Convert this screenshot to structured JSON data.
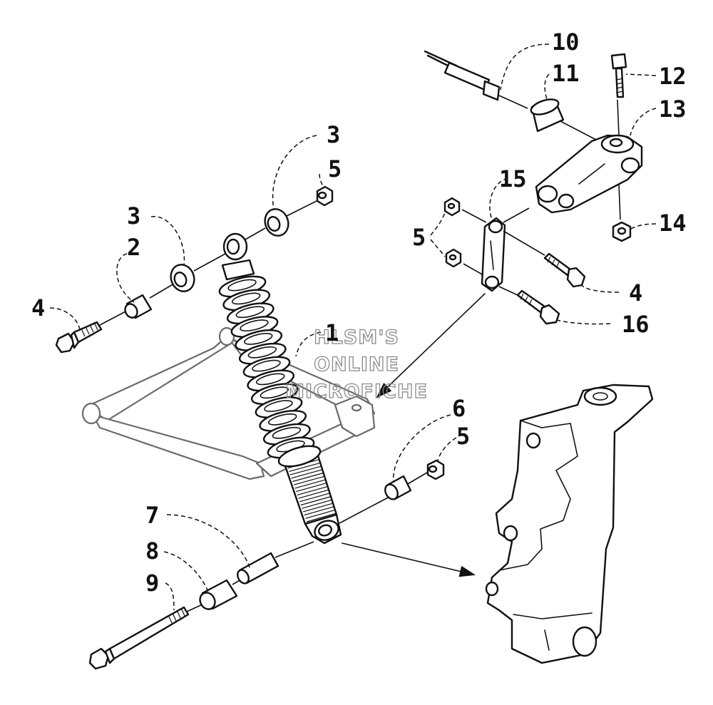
{
  "watermark": {
    "line1": "HLSM'S",
    "line2": "ONLINE",
    "line3": "MICROFICHE"
  },
  "callouts": [
    {
      "id": "c1",
      "label": "1"
    },
    {
      "id": "c2",
      "label": "2"
    },
    {
      "id": "c3a",
      "label": "3"
    },
    {
      "id": "c3b",
      "label": "3"
    },
    {
      "id": "c4a",
      "label": "4"
    },
    {
      "id": "c4b",
      "label": "4"
    },
    {
      "id": "c5a",
      "label": "5"
    },
    {
      "id": "c5b",
      "label": "5"
    },
    {
      "id": "c5c",
      "label": "5"
    },
    {
      "id": "c6",
      "label": "6"
    },
    {
      "id": "c7",
      "label": "7"
    },
    {
      "id": "c8",
      "label": "8"
    },
    {
      "id": "c9",
      "label": "9"
    },
    {
      "id": "c10",
      "label": "10"
    },
    {
      "id": "c11",
      "label": "11"
    },
    {
      "id": "c12",
      "label": "12"
    },
    {
      "id": "c13",
      "label": "13"
    },
    {
      "id": "c14",
      "label": "14"
    },
    {
      "id": "c15",
      "label": "15"
    },
    {
      "id": "c16",
      "label": "16"
    }
  ]
}
